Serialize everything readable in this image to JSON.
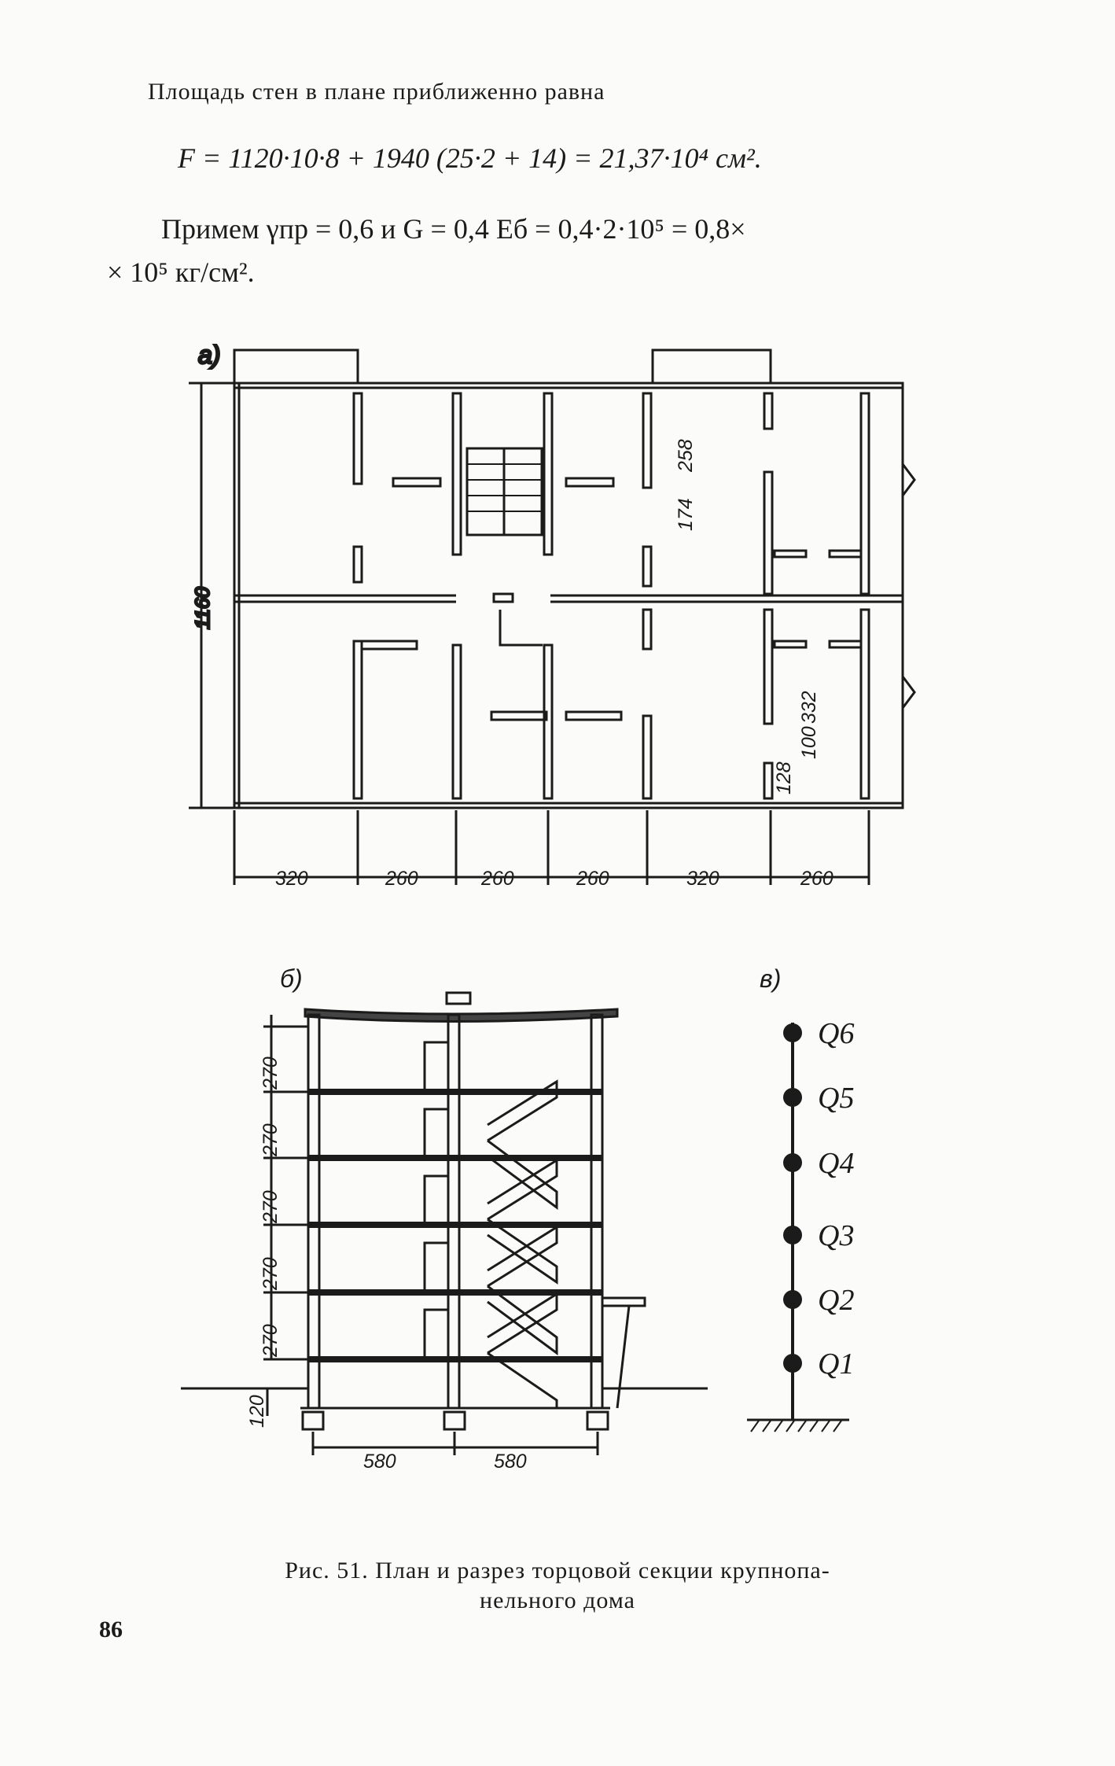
{
  "text": {
    "intro": "Площадь стен в плане приближенно равна",
    "formula_1": "F = 1120·10·8 + 1940 (25·2 + 14) = 21,37·10⁴ см².",
    "formula_2": "Примем  γпр = 0,6   и  G = 0,4 Eб = 0,4·2·10⁵ = 0,8×",
    "formula_3": "× 10⁵ кг/см²."
  },
  "figure": {
    "plan": {
      "label": "а)",
      "height_dim": "1160",
      "bottom_dims": [
        "320",
        "260",
        "260",
        "260",
        "320",
        "260"
      ],
      "inner_dims": [
        "258",
        "174",
        "332",
        "100",
        "128"
      ]
    },
    "section": {
      "label": "б)",
      "floor_heights": [
        "270",
        "270",
        "270",
        "270",
        "270"
      ],
      "base_dim": "120",
      "bottom_dims": [
        "580",
        "580"
      ]
    },
    "model": {
      "label": "в)",
      "masses": [
        "Q6",
        "Q5",
        "Q4",
        "Q3",
        "Q2",
        "Q1"
      ]
    }
  },
  "caption": {
    "line_1": "Рис. 51. План и разрез торцовой секции крупнопа-",
    "line_2": "нельного дома"
  },
  "page_number": "86"
}
